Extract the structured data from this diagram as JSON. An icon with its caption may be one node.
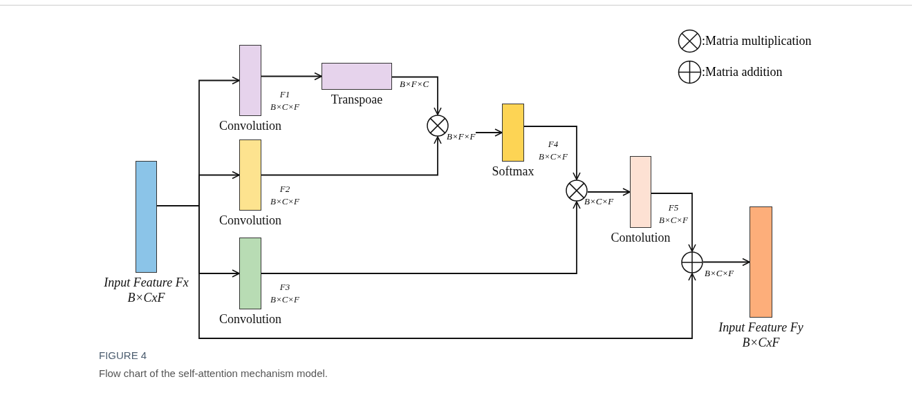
{
  "diagram": {
    "caption": "Flow chart of the self-attention mechanism model.",
    "nodes": [
      {
        "text": [
          "Input Feature Fx B×CxF"
        ]
      },
      {
        "text": [
          "Convolution"
        ],
        "beside": [
          "F1 B×C×F"
        ]
      },
      {
        "text": [
          "Transpoae"
        ]
      },
      {
        "text": [
          "Convolution"
        ],
        "beside": [
          "F2 B×C×F"
        ]
      },
      {
        "text": [
          "Convolution"
        ],
        "beside": [
          "F3 B×C×F"
        ]
      },
      {
        "text": [],
        "shape": "circle"
      },
      {
        "text": [
          "Softmax"
        ],
        "beside": [
          "F4 B×C×F"
        ]
      },
      {
        "text": [],
        "shape": "circle"
      },
      {
        "text": [
          "Contolution"
        ],
        "beside": [
          "F5 B×C×F"
        ]
      },
      {
        "text": [],
        "shape": "circle"
      },
      {
        "text": [
          "Input Feature Fy B×CxF"
        ]
      }
    ],
    "edges": [
      {
        "from": 0,
        "to": 1,
        "arrow": "to"
      },
      {
        "from": 0,
        "to": 3,
        "arrow": "to"
      },
      {
        "from": 0,
        "to": 4,
        "arrow": "to"
      },
      {
        "from": 0,
        "to": 9,
        "arrow": "to"
      },
      {
        "from": 1,
        "to": 2,
        "arrow": "to"
      },
      {
        "from": 2,
        "to": 5,
        "arrow": "to",
        "label": "B×F×C"
      },
      {
        "from": 3,
        "to": 5,
        "arrow": "to"
      },
      {
        "from": 5,
        "to": 6,
        "arrow": "to",
        "label": "B×F×F"
      },
      {
        "from": 6,
        "to": 7,
        "arrow": "to"
      },
      {
        "from": 4,
        "to": 7,
        "arrow": "to"
      },
      {
        "from": 7,
        "to": 8,
        "arrow": "to",
        "label": "B×C×F"
      },
      {
        "from": 8,
        "to": 9,
        "arrow": "to"
      },
      {
        "from": 9,
        "to": 10,
        "arrow": "to",
        "label": "B×C×F"
      }
    ],
    "labels": [
      "FIGURE 4"
    ],
    "legend": [
      {
        "text": ":Matria multiplication"
      },
      {
        "text": ":Matria addition"
      }
    ]
  }
}
